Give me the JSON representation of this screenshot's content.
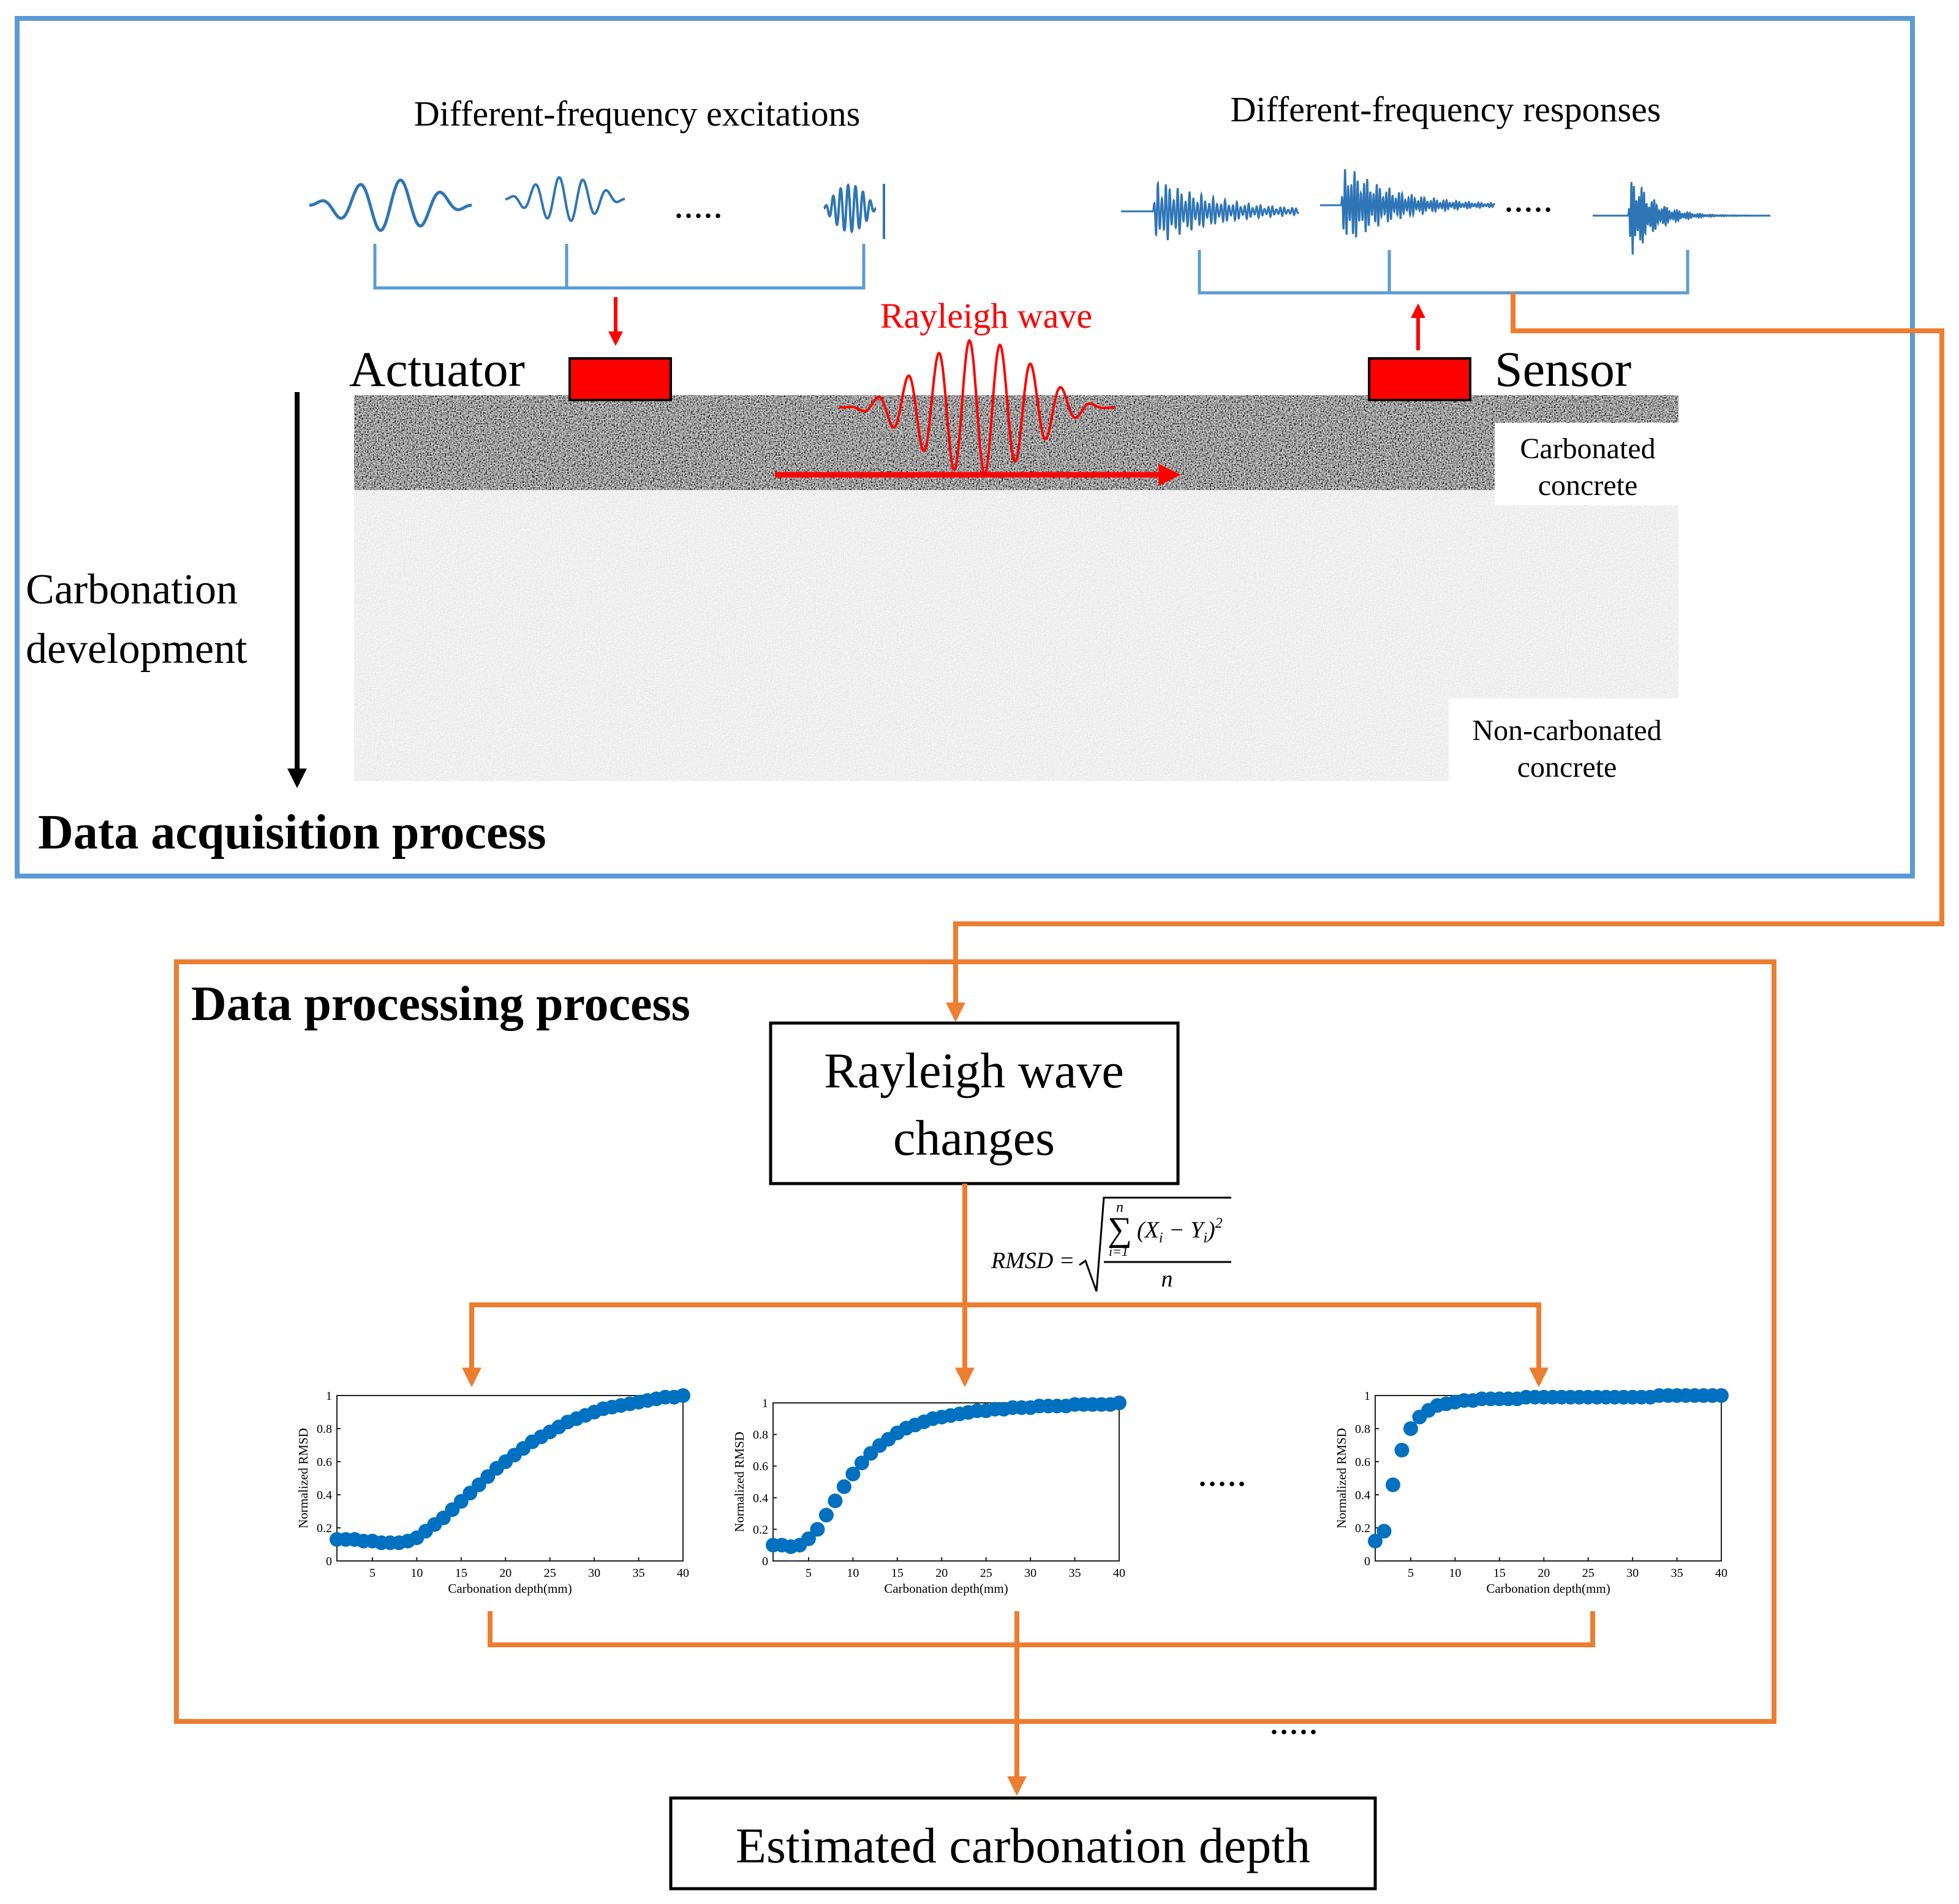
{
  "colors": {
    "acq_border": "#5b9bd5",
    "proc_border": "#ed7d31",
    "wave_blue": "#2e75b6",
    "rayleigh_red": "#ff0000",
    "actuator_fill": "#ff0000",
    "dot_blue": "#0070c0"
  },
  "icons": {
    "actuator": "red-rectangle-actuator-icon",
    "sensor": "red-rectangle-sensor-icon"
  },
  "acquisition": {
    "excitations_title": "Different-frequency excitations",
    "responses_title": "Different-frequency responses",
    "excitations_ellipsis": ".....",
    "responses_ellipsis": ".....",
    "actuator_label": "Actuator",
    "sensor_label": "Sensor",
    "rayleigh_label": "Rayleigh wave",
    "carbonated_line1": "Carbonated",
    "carbonated_line2": "concrete",
    "noncarbonated_line1": "Non-carbonated",
    "noncarbonated_line2": "concrete",
    "carbonation_line1": "Carbonation",
    "carbonation_line2": "development",
    "section_title": "Data acquisition process"
  },
  "processing": {
    "section_title": "Data processing process",
    "changes_line1": "Rayleigh wave",
    "changes_line2": "changes",
    "formula": {
      "lhs": "RMSD =",
      "sum": "∑",
      "upper": "n",
      "lower": "i=1",
      "term": "(X",
      "sub_i": "i",
      "minus": " − Y",
      "sub_i2": "i",
      "close": ")",
      "power": "2",
      "denominator": "n"
    },
    "plots_ellipsis": ".....",
    "bottom_ellipsis": ".....",
    "estimated_label": "Estimated carbonation depth"
  },
  "chart_data": [
    {
      "type": "scatter",
      "xlabel": "Carbonation depth(mm)",
      "ylabel": "Normalized RMSD",
      "xlim": [
        1,
        40
      ],
      "ylim": [
        0,
        1
      ],
      "xticks": [
        5,
        10,
        15,
        20,
        25,
        30,
        35,
        40
      ],
      "yticks": [
        0,
        0.2,
        0.4,
        0.6,
        0.8,
        1
      ],
      "x": [
        1,
        2,
        3,
        4,
        5,
        6,
        7,
        8,
        9,
        10,
        11,
        12,
        13,
        14,
        15,
        16,
        17,
        18,
        19,
        20,
        21,
        22,
        23,
        24,
        25,
        26,
        27,
        28,
        29,
        30,
        31,
        32,
        33,
        34,
        35,
        36,
        37,
        38,
        39,
        40
      ],
      "y": [
        0.13,
        0.13,
        0.13,
        0.12,
        0.12,
        0.11,
        0.11,
        0.11,
        0.12,
        0.14,
        0.18,
        0.22,
        0.26,
        0.31,
        0.36,
        0.41,
        0.46,
        0.51,
        0.56,
        0.6,
        0.64,
        0.68,
        0.72,
        0.75,
        0.78,
        0.81,
        0.84,
        0.86,
        0.88,
        0.9,
        0.92,
        0.93,
        0.94,
        0.95,
        0.96,
        0.97,
        0.98,
        0.99,
        0.99,
        1.0
      ]
    },
    {
      "type": "scatter",
      "xlabel": "Carbonation depth(mm)",
      "ylabel": "Normalized RMSD",
      "xlim": [
        1,
        40
      ],
      "ylim": [
        0,
        1
      ],
      "xticks": [
        5,
        10,
        15,
        20,
        25,
        30,
        35,
        40
      ],
      "yticks": [
        0,
        0.2,
        0.4,
        0.6,
        0.8,
        1
      ],
      "x": [
        1,
        2,
        3,
        4,
        5,
        6,
        7,
        8,
        9,
        10,
        11,
        12,
        13,
        14,
        15,
        16,
        17,
        18,
        19,
        20,
        21,
        22,
        23,
        24,
        25,
        26,
        27,
        28,
        29,
        30,
        31,
        32,
        33,
        34,
        35,
        36,
        37,
        38,
        39,
        40
      ],
      "y": [
        0.1,
        0.1,
        0.09,
        0.1,
        0.14,
        0.2,
        0.29,
        0.38,
        0.47,
        0.55,
        0.62,
        0.68,
        0.73,
        0.77,
        0.81,
        0.84,
        0.86,
        0.88,
        0.9,
        0.91,
        0.92,
        0.93,
        0.94,
        0.95,
        0.95,
        0.96,
        0.96,
        0.97,
        0.97,
        0.97,
        0.98,
        0.98,
        0.98,
        0.98,
        0.99,
        0.99,
        0.99,
        0.99,
        0.99,
        1.0
      ]
    },
    {
      "type": "scatter",
      "xlabel": "Carbonation depth(mm)",
      "ylabel": "Normalized RMSD",
      "xlim": [
        1,
        40
      ],
      "ylim": [
        0,
        1
      ],
      "xticks": [
        5,
        10,
        15,
        20,
        25,
        30,
        35,
        40
      ],
      "yticks": [
        0,
        0.2,
        0.4,
        0.6,
        0.8,
        1
      ],
      "x": [
        1,
        2,
        3,
        4,
        5,
        6,
        7,
        8,
        9,
        10,
        11,
        12,
        13,
        14,
        15,
        16,
        17,
        18,
        19,
        20,
        21,
        22,
        23,
        24,
        25,
        26,
        27,
        28,
        29,
        30,
        31,
        32,
        33,
        34,
        35,
        36,
        37,
        38,
        39,
        40
      ],
      "y": [
        0.12,
        0.18,
        0.46,
        0.67,
        0.8,
        0.87,
        0.91,
        0.94,
        0.95,
        0.96,
        0.97,
        0.97,
        0.98,
        0.98,
        0.98,
        0.98,
        0.98,
        0.99,
        0.99,
        0.99,
        0.99,
        0.99,
        0.99,
        0.99,
        0.99,
        0.99,
        0.99,
        0.99,
        0.99,
        0.99,
        0.99,
        0.99,
        1.0,
        1.0,
        1.0,
        1.0,
        1.0,
        1.0,
        1.0,
        1.0
      ]
    }
  ]
}
